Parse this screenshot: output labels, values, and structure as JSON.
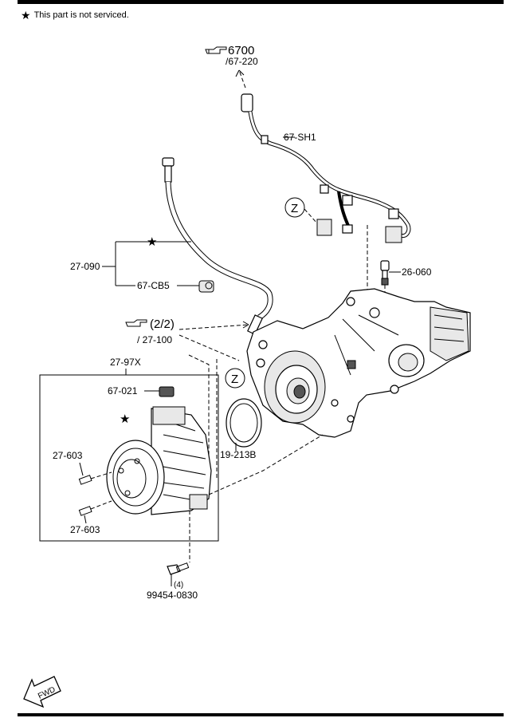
{
  "note": {
    "star": "★",
    "text": "This part is not serviced."
  },
  "refs": {
    "ref_6700": {
      "num": "6700",
      "sub": "/67-220"
    },
    "ref_22": {
      "num": "(2/2)",
      "sub": "/ 27-100"
    }
  },
  "labels": {
    "harness": "67-SH1",
    "z_top": "Z",
    "z_mid": "Z",
    "hose": "27-090",
    "clip": "67-CB5",
    "sensor": "26-060",
    "motor_assy": "27-97X",
    "connector": "67-021",
    "seal": "19-213B",
    "pin_upper": "27-603",
    "pin_lower": "27-603",
    "bolt_qty": "(4)",
    "bolt": "99454-0830",
    "fwd": "FWD"
  },
  "icons": [
    "pointing-hand-icon",
    "star-icon",
    "fwd-arrow-icon"
  ]
}
